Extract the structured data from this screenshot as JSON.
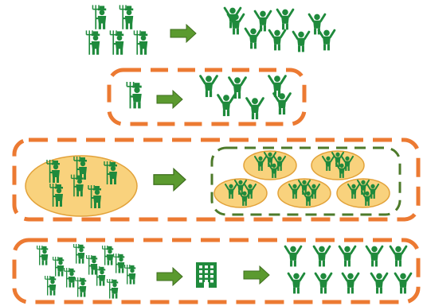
{
  "colors": {
    "figure": "#1f8a3c",
    "arrow_fill": "#5b9a2f",
    "arrow_stroke": "#3f6f1f",
    "orange_dash": "#ec7a32",
    "green_dash": "#4d7a2a",
    "group_fill": "#f9d27d",
    "group_stroke": "#e2a23a",
    "building": "#1f8a3c"
  },
  "icons": {
    "farmer": "farmer-with-pitchfork-icon",
    "worker": "worker-arms-raised-icon",
    "arrow": "right-arrow-icon",
    "building": "building-icon"
  },
  "rows": [
    {
      "id": "row-1",
      "boxed": false,
      "sources": 5,
      "targets": 9,
      "via": null
    },
    {
      "id": "row-2",
      "boxed": true,
      "sources": 1,
      "targets": 6,
      "via": null
    },
    {
      "id": "row-3",
      "boxed": true,
      "sources": 6,
      "groups": 5,
      "group_size": 4,
      "via": null
    },
    {
      "id": "row-4",
      "boxed": true,
      "sources": 12,
      "targets": 10,
      "via": "building"
    }
  ]
}
